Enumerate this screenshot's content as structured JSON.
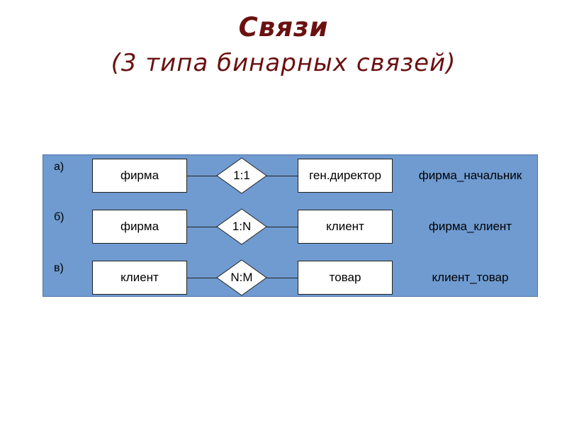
{
  "title": {
    "main": "Связи",
    "sub": "(3 типа бинарных связей)"
  },
  "rows": [
    {
      "label": "а)",
      "left": "фирма",
      "rel": "1:1",
      "right": "ген.директор",
      "name": "фирма_начальник"
    },
    {
      "label": "б)",
      "left": "фирма",
      "rel": "1:N",
      "right": "клиент",
      "name": "фирма_клиент"
    },
    {
      "label": "в)",
      "left": "клиент",
      "rel": "N:M",
      "right": "товар",
      "name": "клиент_товар"
    }
  ],
  "colors": {
    "title": "#6b1010",
    "panel": "#6f9bd0",
    "entity_fill": "#ffffff"
  }
}
